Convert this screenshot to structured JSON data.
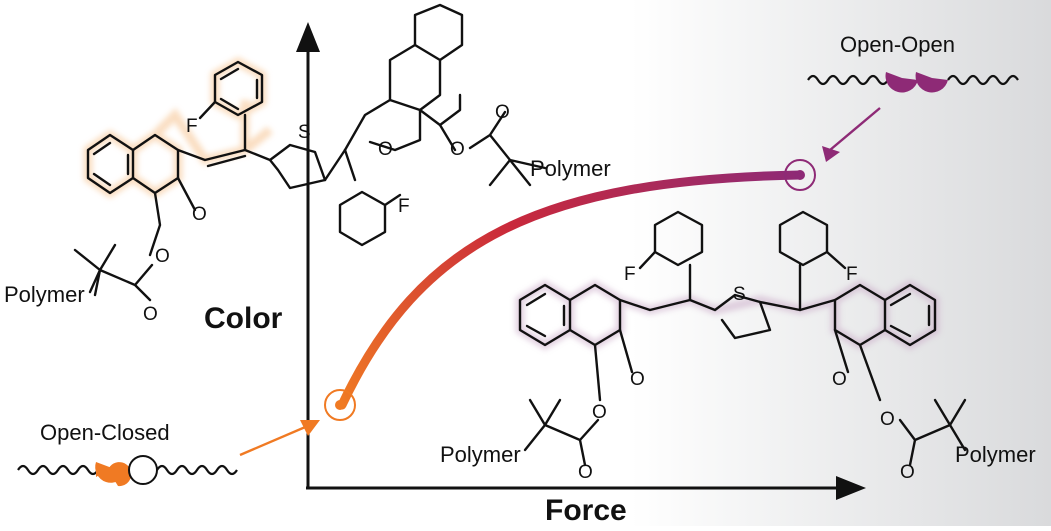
{
  "axes": {
    "x_title": "Force",
    "y_title": "Color"
  },
  "states": {
    "open_closed": "Open-Closed",
    "open_open": "Open-Open"
  },
  "molecule_labels": {
    "fluorine": "F",
    "sulfur": "S",
    "oxygen": "O",
    "polymer": "Polymer"
  },
  "colors": {
    "start": "#f07a23",
    "end": "#8e2a76",
    "open_glow": "#f6c28f",
    "openopen_glow": "#c7a6c5"
  }
}
